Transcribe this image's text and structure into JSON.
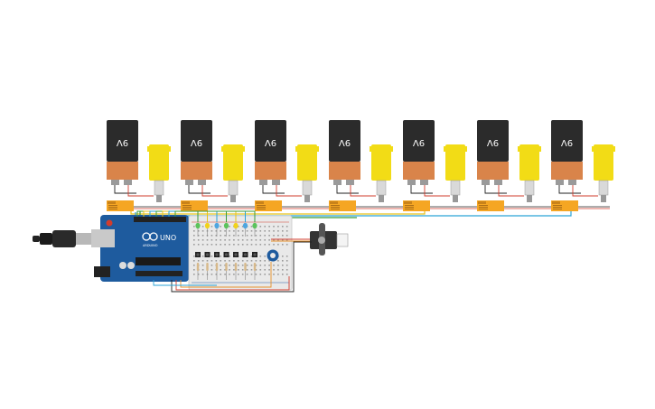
{
  "circuit": {
    "battery_label": "9V",
    "battery_count": 7,
    "motor_count": 7,
    "relay_count": 7,
    "arduino": {
      "model_label": "UNO",
      "brand_label": "ARDUINO"
    },
    "led_colors": [
      "#5cc35c",
      "#f2d21b",
      "#4fa6e0",
      "#5cc35c",
      "#f2d21b",
      "#4fa6e0",
      "#5cc35c"
    ],
    "wire_colors": {
      "green": "#3a9a3a",
      "yellow": "#e8c21a",
      "blue": "#2aa3d8",
      "red": "#d23c2c",
      "black": "#222222",
      "orange": "#e8912a"
    },
    "colors": {
      "battery_top": "#2b2b2b",
      "battery_bottom": "#d9844a",
      "motor_body": "#f2dc16",
      "relay": "#f5a623",
      "arduino_board": "#1e5b9e",
      "breadboard": "#e9e9e9",
      "servo": "#333333"
    }
  }
}
